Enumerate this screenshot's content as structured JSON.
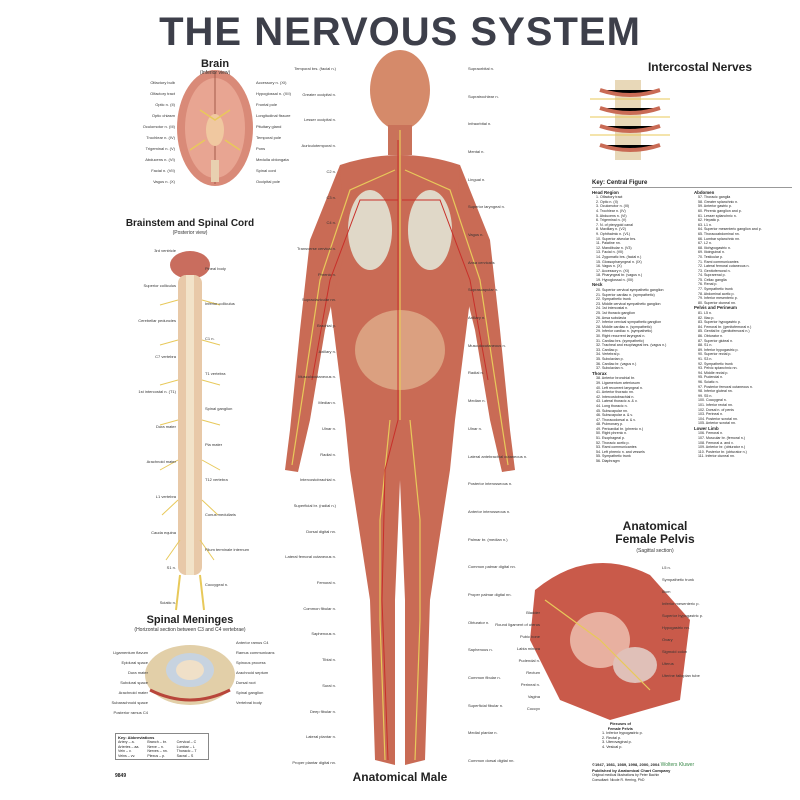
{
  "title": "THE NERVOUS SYSTEM",
  "sections": {
    "brain": {
      "title": "Brain",
      "subtitle": "(Inferior view)"
    },
    "brainstem": {
      "title": "Brainstem and Spinal Cord",
      "subtitle": "(Posterior view)"
    },
    "meninges": {
      "title": "Spinal Meninges",
      "subtitle": "(Horizontal section between C3 and C4 vertebrae)"
    },
    "intercostal": {
      "title": "Intercostal Nerves"
    },
    "pelvis": {
      "title_line1": "Anatomical",
      "title_line2": "Female Pelvis",
      "subtitle": "(Sagittal section)"
    },
    "male": {
      "title": "Anatomical Male"
    }
  },
  "labels": {
    "brain": [
      "Olfactory bulb",
      "Olfactory tract",
      "Optic n. (II)",
      "Optic chiasm",
      "Oculomotor n. (III)",
      "Trochlear n. (IV)",
      "Trigeminal n. (V)",
      "Abducens n. (VI)",
      "Facial n. (VII)",
      "Vagus n. (X)",
      "Accessory n. (XI)",
      "Hypoglossal n. (XII)",
      "Frontal pole",
      "Longitudinal fissure",
      "Pituitary gland",
      "Temporal pole",
      "Pons",
      "Medulla oblongata",
      "Spinal cord",
      "Occipital pole"
    ],
    "spine": [
      "3rd ventricle",
      "Pineal body",
      "Superior colliculus",
      "Inferior colliculus",
      "Cerebellar peduncles",
      "C1 n.",
      "C7 vertebra",
      "T1 vertebra",
      "1st intercostal n. (T1)",
      "Spinal ganglion",
      "Dura mater",
      "Pia mater",
      "Arachnoid mater",
      "T12 vertebra",
      "L1 vertebra",
      "Conus medullaris",
      "Cauda equina",
      "Filum terminale internum",
      "S1 n.",
      "Coccygeal n.",
      "Sciatic n."
    ],
    "meninges": [
      "Ligamentum flavum",
      "Epidural space",
      "Dura mater",
      "Subdural space",
      "Arachnoid mater",
      "Subarachnoid space",
      "Posterior ramus C4",
      "Anterior ramus C4",
      "Ramus communicans",
      "Spinous process",
      "Arachnoid septum",
      "Dorsal root",
      "Spinal ganglion",
      "Vertebral body"
    ],
    "male_left": [
      "Temporal brs. (facial n.)",
      "Greater occipital n.",
      "Lesser occipital n.",
      "Auriculotemporal n.",
      "C2 n.",
      "C3 n.",
      "C4 n.",
      "Transverse cervical n.",
      "Phrenic n.",
      "Supraclavicular nn.",
      "Brachial p.",
      "Axillary n.",
      "Musculocutaneous n.",
      "Median n.",
      "Ulnar n.",
      "Radial n.",
      "Intercostobrachial n.",
      "Superficial br. (radial n.)",
      "Dorsal digital nn.",
      "Lateral femoral cutaneous n.",
      "Femoral n.",
      "Common fibular n.",
      "Saphenous n.",
      "Tibial n.",
      "Sural n.",
      "Deep fibular n.",
      "Lateral plantar n.",
      "Proper plantar digital nn."
    ],
    "male_right": [
      "Supraorbital n.",
      "Supratrochlear n.",
      "Infraorbital n.",
      "Mental n.",
      "Lingual n.",
      "Superior laryngeal n.",
      "Vagus n.",
      "Ansa cervicalis",
      "Suprascapular n.",
      "Axillary n.",
      "Musculocutaneous n.",
      "Radial n.",
      "Median n.",
      "Ulnar n.",
      "Lateral antebrachial cutaneous n.",
      "Posterior interosseous n.",
      "Anterior interosseous n.",
      "Palmar br. (median n.)",
      "Common palmar digital nn.",
      "Proper palmar digital nn.",
      "Obturator n.",
      "Saphenous n.",
      "Common fibular n.",
      "Superficial fibular n.",
      "Medial plantar n.",
      "Common dorsal digital nn."
    ],
    "pelvis": [
      "L5 n.",
      "Sympathetic trunk",
      "Ilium",
      "Inferior mesenteric p.",
      "Superior hypogastric p.",
      "Hypogastric nn.",
      "Ovary",
      "Sigmoid colon",
      "Uterus",
      "Uterine fallopian tube",
      "Bladder",
      "Round ligament of uterus",
      "Pubic bone",
      "Labia minora",
      "Pudendal n.",
      "Rectum",
      "Perineal n.",
      "Vagina",
      "Coccyx"
    ]
  },
  "key": {
    "title": "Key: Central Figure",
    "groups": [
      {
        "name": "Head Region",
        "items": [
          "1. Olfactory tract",
          "2. Optic n. (II)",
          "3. Oculomotor n. (III)",
          "4. Trochlear n. (IV)",
          "5. Abducens n. (VI)",
          "6. Trigeminal n. (V)",
          "7. N. of pterygoid canal",
          "8. Maxillary n. (V2)",
          "9. Ophthalmic n. (V1)",
          "10. Superior alveolar brs.",
          "11. Palatine nn.",
          "12. Mandibular n. (V3)",
          "13. Facial n. (VII)",
          "14. Zygomatic brs. (facial n.)",
          "15. Glossopharyngeal n. (IX)",
          "16. Vagus n. (X)",
          "17. Accessory n. (XI)",
          "18. Pharyngeal br. (vagus n.)",
          "19. Hypoglossal n. (XII)"
        ]
      },
      {
        "name": "Neck",
        "items": [
          "20. Superior cervical sympathetic ganglion",
          "21. Superior cardiac n. (sympathetic)",
          "22. Sympathetic trunk",
          "23. Middle cervical sympathetic ganglion",
          "24. 1st intercostal n.",
          "25. 1st thoracic ganglion",
          "26. Ansa subclavia",
          "27. Inferior cervical sympathetic ganglion",
          "28. Middle cardiac n. (sympathetic)",
          "29. Inferior cardiac n. (sympathetic)",
          "30. Right recurrent laryngeal n.",
          "31. Cardiac brs. (sympathetic)",
          "32. Tracheal and esophageal brs. (vagus n.)",
          "33. Cardiac p.",
          "34. Vertebral p.",
          "35. Subclavian p.",
          "36. Cardiac br. (vagus n.)",
          "37. Subclavian n."
        ]
      },
      {
        "name": "Thorax",
        "items": [
          "38. Anterior bronchial br.",
          "39. Ligamentum arteriosum",
          "40. Left recurrent laryngeal n.",
          "41. Anterior thoracic nn.",
          "42. Intercostobrachial n.",
          "43. Lateral thoracic a. & v.",
          "44. Long thoracic n.",
          "45. Subscapular nn.",
          "46. Subscapular a. & v.",
          "47. Thoracodorsal a. & v.",
          "48. Pulmonary p.",
          "49. Pericardial br. (phrenic n.)",
          "50. Right phrenic n.",
          "51. Esophageal p.",
          "52. Thoracic aortic p.",
          "53. Rami communicantes",
          "54. Left phrenic n. and vessels",
          "55. Sympathetic trunk",
          "56. Diaphragm"
        ]
      },
      {
        "name": "Abdomen",
        "items": [
          "57. Thoracic ganglia",
          "58. Greater splanchnic n.",
          "59. Anterior gastric p.",
          "60. Phrenic ganglion and p.",
          "61. Lesser splanchnic n.",
          "62. Hepatic p.",
          "63. L1 n.",
          "64. Superior mesenteric ganglion and p.",
          "65. Thoracoabdominal nn.",
          "66. Lumbar splanchnic nn.",
          "67. L2 n.",
          "68. Iliohypogastric n.",
          "69. Ilioinguinal n.",
          "70. Testicular p.",
          "71. Rami communicantes",
          "72. Lateral femoral cutaneous n.",
          "73. Genitofemoral n.",
          "74. Suprarenal p.",
          "75. Celiac ganglia",
          "76. Renal p.",
          "77. Sympathetic trunk",
          "78. Abdominal aortic p.",
          "79. Inferior mesenteric p.",
          "80. Superior cluneal nn."
        ]
      },
      {
        "name": "Pelvis and Perineum",
        "items": [
          "81. L5 n.",
          "82. Iliac p.",
          "83. Superior hypogastric p.",
          "84. Femoral br. (genitofemoral n.)",
          "85. Genital br. (genitofemoral n.)",
          "86. Obturator n.",
          "87. Superior gluteal n.",
          "88. S1 n.",
          "89. Inferior hypogastric p.",
          "90. Superior rectal p.",
          "91. S3 n.",
          "92. Sympathetic trunk",
          "93. Pelvic splanchnic nn.",
          "94. Middle rectal p.",
          "95. Pudendal n.",
          "96. Sciatic n.",
          "97. Posterior femoral cutaneous n.",
          "98. Inferior gluteal nn.",
          "99. S5 n.",
          "100. Coccygeal n.",
          "101. Inferior rectal nn.",
          "102. Dorsal n. of penis",
          "103. Perineal n.",
          "104. Posterior scrotal nn.",
          "105. Anterior scrotal nn."
        ]
      },
      {
        "name": "Lower Limb",
        "items": [
          "106. Femoral n.",
          "107. Muscular br. (femoral n.)",
          "108. Femoral a. and v.",
          "109. Anterior br. (obturator n.)",
          "110. Posterior br. (obturator n.)",
          "111. Inferior cluneal nn."
        ]
      }
    ]
  },
  "pelvis_key": {
    "title_line1": "Plexuses of",
    "title_line2": "Female Pelvis",
    "items": [
      "1. Inferior hypogastric p.",
      "2. Rectal p.",
      "3. Uterovaginal p.",
      "4. Vesical p."
    ]
  },
  "abbreviations": {
    "title": "Key: Abbreviations",
    "items": [
      "Artery – a.",
      "Branch – br.",
      "Cervical – C",
      "Arteries – aa.",
      "Nerve – n.",
      "Lumbar – L",
      "Vein – v.",
      "Nerves – nn.",
      "Thoracic – T",
      "Veins – vv.",
      "Plexus – p.",
      "Sacral – S"
    ]
  },
  "code": "9849",
  "footer": {
    "copyright": "©1947, 1981, 1989, 1998, 2000, 2004",
    "brand": "Wolters Kluwer",
    "publisher": "Published by Anatomical Chart Company",
    "illustrator": "Original medical illustrations by Peter Bachin",
    "consultant": "Consultant: Nicole R. Herring, PhD"
  },
  "colors": {
    "title": "#3d3f4a",
    "nerve": "#e8c95a",
    "artery": "#c8302a",
    "skin": "#e8b48e",
    "muscle": "#b8463a"
  }
}
